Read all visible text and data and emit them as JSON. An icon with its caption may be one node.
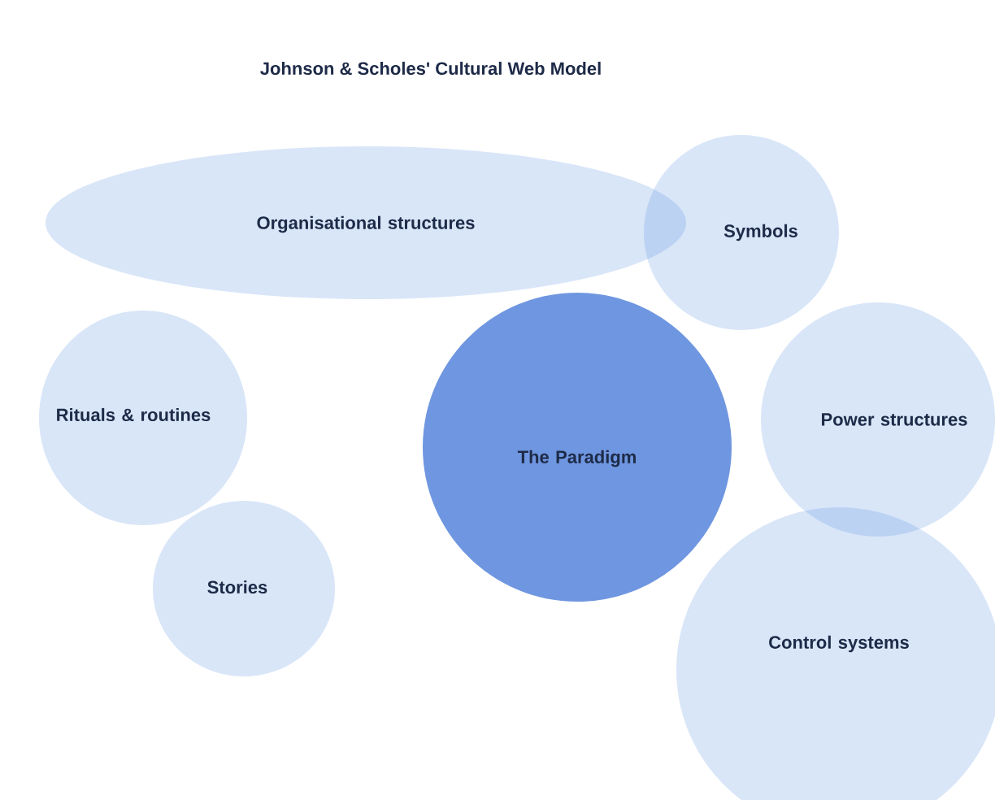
{
  "diagram": {
    "title": "Johnson & Scholes' Cultural Web Model",
    "nodes": [
      {
        "text": [
          "Organisational structures"
        ]
      },
      {
        "text": [
          "Symbols"
        ]
      },
      {
        "text": [
          "Rituals & routines"
        ]
      },
      {
        "text": [
          "Power structures"
        ]
      },
      {
        "text": [
          "The Paradigm"
        ]
      },
      {
        "text": [
          "Stories"
        ]
      },
      {
        "text": [
          "Control systems"
        ]
      }
    ]
  }
}
